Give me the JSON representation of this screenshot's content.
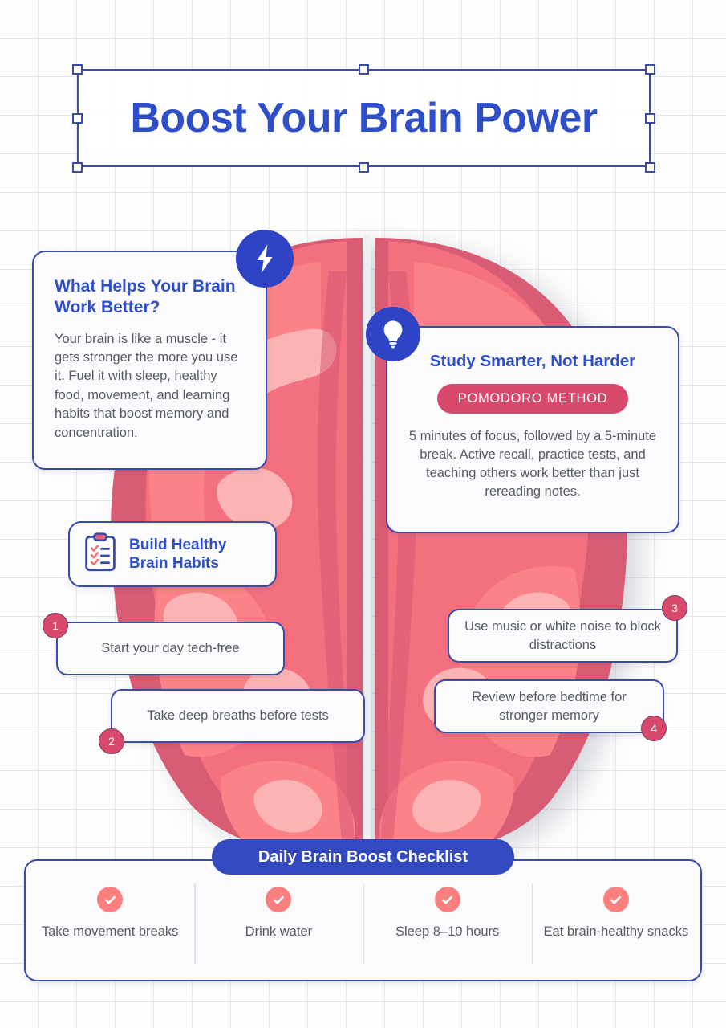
{
  "title": {
    "text": "Boost Your Brain Power",
    "color": "#2F4FC9"
  },
  "cards": {
    "what_helps": {
      "title": "What Helps Your Brain Work Better?",
      "body": "Your brain is like a muscle - it gets stronger the more you use it. Fuel it with sleep, healthy food, movement, and learning habits that boost memory and concentration.",
      "icon": "lightning-bolt-icon"
    },
    "study_smarter": {
      "title": "Study Smarter, Not Harder",
      "pill_label": "POMODORO METHOD",
      "body": "5 minutes of focus, followed by a 5-minute break. Active recall, practice tests, and teaching others work better than just rereading notes.",
      "icon": "lightbulb-icon"
    },
    "habits": {
      "title": "Build Healthy Brain Habits",
      "icon": "clipboard-checklist-icon"
    }
  },
  "tips": [
    {
      "number": "1",
      "text": "Start your day tech-free"
    },
    {
      "number": "2",
      "text": "Take deep breaths before tests"
    },
    {
      "number": "3",
      "text": "Use music or white noise to block distractions"
    },
    {
      "number": "4",
      "text": "Review before bedtime for stronger memory"
    }
  ],
  "checklist": {
    "heading": "Daily Brain Boost Checklist",
    "items": [
      {
        "label": "Take movement breaks",
        "icon": "check-circle-icon"
      },
      {
        "label": "Drink water",
        "icon": "check-circle-icon"
      },
      {
        "label": "Sleep 8–10 hours",
        "icon": "check-circle-icon"
      },
      {
        "label": "Eat brain-healthy snacks",
        "icon": "check-circle-icon"
      }
    ]
  },
  "palette": {
    "royal_blue": "#2F4FC9",
    "navy_border": "#3A4BA8",
    "pill_blue": "#3349C0",
    "rose": "#D9496B",
    "coral": "#FA8080",
    "brain_salmon": "#FA8288",
    "brain_rose": "#D95B74",
    "brain_light": "#FBB3B5",
    "grid_line": "#E8E8EC"
  }
}
